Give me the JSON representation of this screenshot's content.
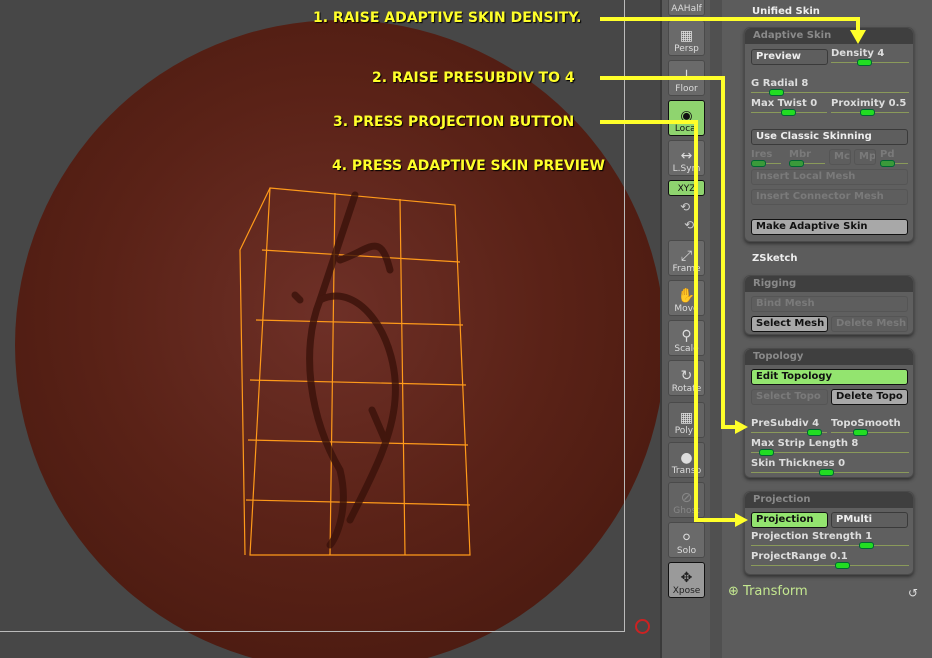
{
  "instructions": [
    "1. RAISE ADAPTIVE SKIN DENSITY.",
    "2. RAISE PRESUBDIV TO 4",
    "3. PRESS PROJECTION BUTTON",
    "4. PRESS ADAPTIVE SKIN PREVIEW"
  ],
  "annotation_color": "#ffff2a",
  "toolbar": [
    "AAHalf",
    "Persp",
    "Floor",
    "Local",
    "L.Sym",
    "XYZ",
    "Frame",
    "Move",
    "Scale",
    "Rotate",
    "PolyF",
    "Transp",
    "Ghost",
    "Solo",
    "Xpose"
  ],
  "panel": {
    "unified_skin": "Unified Skin",
    "adaptive": {
      "title": "Adaptive Skin",
      "preview": "Preview",
      "density": "Density 4",
      "g_radial": "G Radial 8",
      "max_twist": "Max Twist 0",
      "proximity": "Proximity 0.5",
      "classic": "Use Classic Skinning",
      "ires": "Ires",
      "mbr": "Mbr",
      "mc": "Mc",
      "mp": "Mp",
      "pd": "Pd",
      "insert_local": "Insert Local Mesh",
      "insert_connector": "Insert Connector Mesh",
      "make": "Make Adaptive Skin"
    },
    "zsketch": "ZSketch",
    "rigging": {
      "title": "Rigging",
      "bind": "Bind Mesh",
      "select": "Select Mesh",
      "delete": "Delete Mesh"
    },
    "topology": {
      "title": "Topology",
      "edit": "Edit Topology",
      "select": "Select Topo",
      "delete": "Delete Topo",
      "presubdiv": "PreSubdiv 4",
      "toposmooth": "TopoSmooth",
      "max_strip": "Max Strip Length 8",
      "skin_thickness": "Skin Thickness 0"
    },
    "projection": {
      "title": "Projection",
      "projection": "Projection",
      "pmulti": "PMulti",
      "strength": "Projection Strength 1",
      "range": "ProjectRange 0.1"
    },
    "transform": "Transform"
  }
}
